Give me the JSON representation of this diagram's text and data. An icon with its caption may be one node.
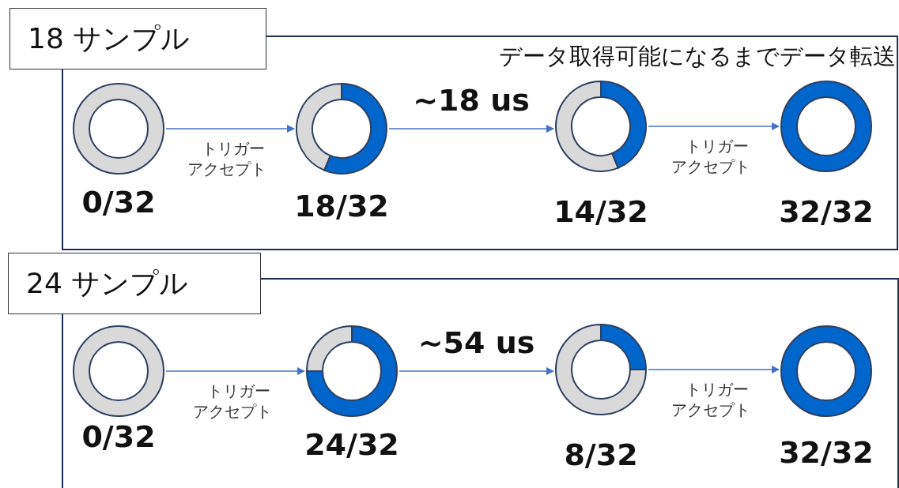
{
  "diagram": {
    "nodes": [
      {
        "text": [
          "18 サンプル"
        ]
      },
      {
        "text": [
          "0/32"
        ],
        "in": 0
      },
      {
        "text": [
          "18/32"
        ],
        "in": 0
      },
      {
        "text": [
          "14/32"
        ],
        "in": 0
      },
      {
        "text": [
          "32/32"
        ],
        "in": 0
      },
      {
        "text": [
          "24 サンプル"
        ]
      },
      {
        "text": [
          "0/32"
        ],
        "in": 5
      },
      {
        "text": [
          "24/32"
        ],
        "in": 5
      },
      {
        "text": [
          "8/32"
        ],
        "in": 5
      },
      {
        "text": [
          "32/32"
        ],
        "in": 5
      }
    ],
    "edges": [
      {
        "from": 1,
        "to": 2,
        "arrow": "to",
        "label": "トリガーアクセプト"
      },
      {
        "from": 2,
        "to": 3,
        "arrow": "to",
        "label": "~18 us"
      },
      {
        "from": 3,
        "to": 4,
        "arrow": "to",
        "label": "トリガーアクセプト"
      },
      {
        "from": 6,
        "to": 7,
        "arrow": "to",
        "label": "トリガーアクセプト"
      },
      {
        "from": 7,
        "to": 8,
        "arrow": "to",
        "label": "~54 us"
      },
      {
        "from": 8,
        "to": 9,
        "arrow": "to",
        "label": "トリガーアクセプト"
      }
    ],
    "labels": [
      "データ取得可能になるまでデータ転送"
    ]
  }
}
